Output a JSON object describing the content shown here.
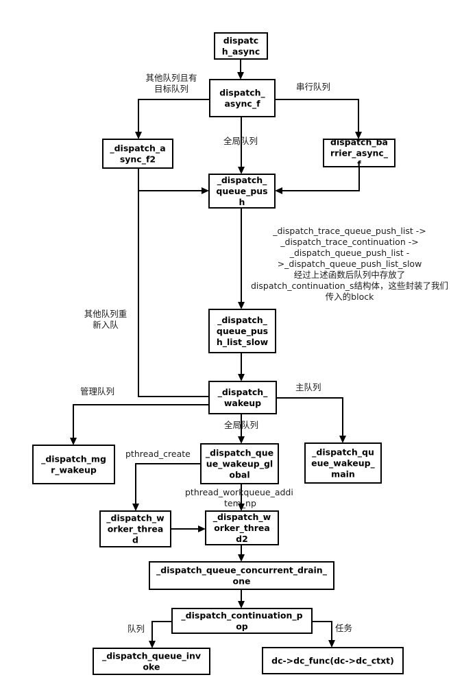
{
  "nodes": {
    "dispatch_async": [
      "dispatc",
      "h_async"
    ],
    "dispatch_async_f": [
      "dispatch_",
      "async_f"
    ],
    "dispatch_async_f2": [
      "_dispatch_a",
      "sync_f2"
    ],
    "dispatch_barrier_async_f": [
      "dispatch_ba",
      "rrier_async_",
      "f"
    ],
    "dispatch_queue_push": [
      "_dispatch_",
      "queue_pus",
      "h"
    ],
    "dispatch_queue_push_list_slow": [
      "_dispatch_",
      "queue_pus",
      "h_list_slow"
    ],
    "dispatch_wakeup": [
      "_dispatch_",
      "wakeup"
    ],
    "dispatch_mgr_wakeup": [
      "_dispatch_mg",
      "r_wakeup"
    ],
    "dispatch_queue_wakeup_global": [
      "_dispatch_que",
      "ue_wakeup_gl",
      "obal"
    ],
    "dispatch_queue_wakeup_main": [
      "_dispatch_qu",
      "eue_wakeup_",
      "main"
    ],
    "dispatch_worker_thread": [
      "_dispatch_w",
      "orker_threa",
      "d"
    ],
    "dispatch_worker_thread2": [
      "_dispatch_w",
      "orker_threa",
      "d2"
    ],
    "dispatch_queue_concurrent_drain_one": [
      "_dispatch_queue_concurrent_drain_",
      "one"
    ],
    "dispatch_continuation_pop": [
      "_dispatch_continuation_p",
      "op"
    ],
    "dispatch_queue_invoke": [
      "_dispatch_queue_inv",
      "oke"
    ],
    "dc_func": [
      "dc->dc_func(dc->dc_ctxt)"
    ]
  },
  "labels": {
    "other_queue_with_target": [
      "其他队列且有",
      "目标队列"
    ],
    "serial_queue": [
      "串行队列"
    ],
    "global_queue_1": [
      "全局队列"
    ],
    "push_chain_note": [
      "_dispatch_trace_queue_push_list ->",
      "_dispatch_trace_continuation ->",
      "_dispatch_queue_push_list -",
      ">_dispatch_queue_push_list_slow",
      "经过上述函数后队列中存放了",
      "dispatch_continuation_s结构体，这些封装了我们",
      "传入的block"
    ],
    "other_queue_requeue": [
      "其他队列重",
      "新入队"
    ],
    "manager_queue": [
      "管理队列"
    ],
    "main_queue": [
      "主队列"
    ],
    "global_queue_2": [
      "全局队列"
    ],
    "pthread_create": [
      "pthread_create"
    ],
    "pthread_workqueue_addthreads": [
      "pthread_workqueue_addi",
      "tem_np"
    ],
    "queue_branch": [
      "队列"
    ],
    "task_branch": [
      "任务"
    ]
  }
}
